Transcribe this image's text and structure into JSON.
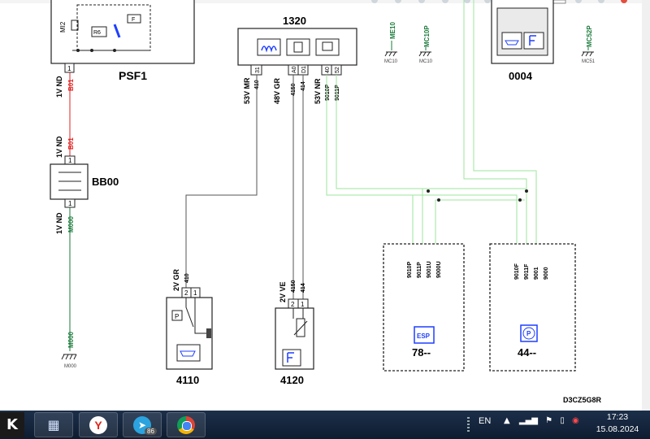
{
  "diagram": {
    "components": {
      "psf1": "PSF1",
      "bb00": "BB00",
      "c1320": "1320",
      "c0004": "0004",
      "c4110": "4110",
      "c4120": "4120",
      "c78": "78--",
      "c44": "44--"
    },
    "psf1_tags": {
      "mi2": "MI2",
      "relay": "R6",
      "fuse": "F"
    },
    "pins": {
      "psf1_1": "1",
      "bb00_top": "1",
      "bb00_bot": "1",
      "c1320_a": "31",
      "c1320_b": "A0",
      "c1320_c": "D1",
      "c1320_d": "40",
      "c1320_e": "52",
      "c4110_a": "2",
      "c4110_b": "1",
      "c4120_a": "2",
      "c4120_b": "1"
    },
    "connector_labels": {
      "psf1_out": "1V ND",
      "bb00_in": "1V ND",
      "bb00_out": "1V ND",
      "c1320_a": "53V MR",
      "c1320_b": "48V GR",
      "c1320_c": "53V NR",
      "c4110": "2V GR",
      "c4120": "2V VE"
    },
    "wire_codes": {
      "b01_top": "B01",
      "b01_bot": "B01",
      "m000": "M000",
      "m000_ground": "M000",
      "w410": "410",
      "w4150": "4150",
      "w414": "414",
      "w9010p": "9010P",
      "w9011p": "9011P",
      "w410_low": "410",
      "w4150_low": "4150",
      "w414_low": "414",
      "esp_9010p": "9010P",
      "esp_9011p": "9011P",
      "esp_9001u": "9001U",
      "esp_9000u": "9000U",
      "ep_9010f": "9010F",
      "ep_9011f": "9011F",
      "ep_9001": "9001",
      "ep_9000": "9000"
    },
    "grounds": {
      "me10": "ME10",
      "mc10": "MC10",
      "mc10p": "MC10P",
      "mc10_b": "MC10",
      "mc52p": "MC52P",
      "mc51": "MC51"
    },
    "module_icons": {
      "esp": "ESP",
      "parking": "P",
      "relay4110": "P"
    },
    "diagram_code": "D3CZ5G8R"
  },
  "taskbar": {
    "apps": [
      "kts-app-icon",
      "calculator-icon",
      "yandex-browser-icon",
      "telegram-icon",
      "chrome-icon"
    ],
    "telegram_badge": "86",
    "language": "EN",
    "time": "17:23",
    "date": "15.08.2024"
  },
  "colors": {
    "red_wire": "#e02020",
    "green_wire": "#1a7a3a",
    "light_green": "#9ee69e",
    "gray_wire": "#555555",
    "taskbar": "#13243b"
  }
}
